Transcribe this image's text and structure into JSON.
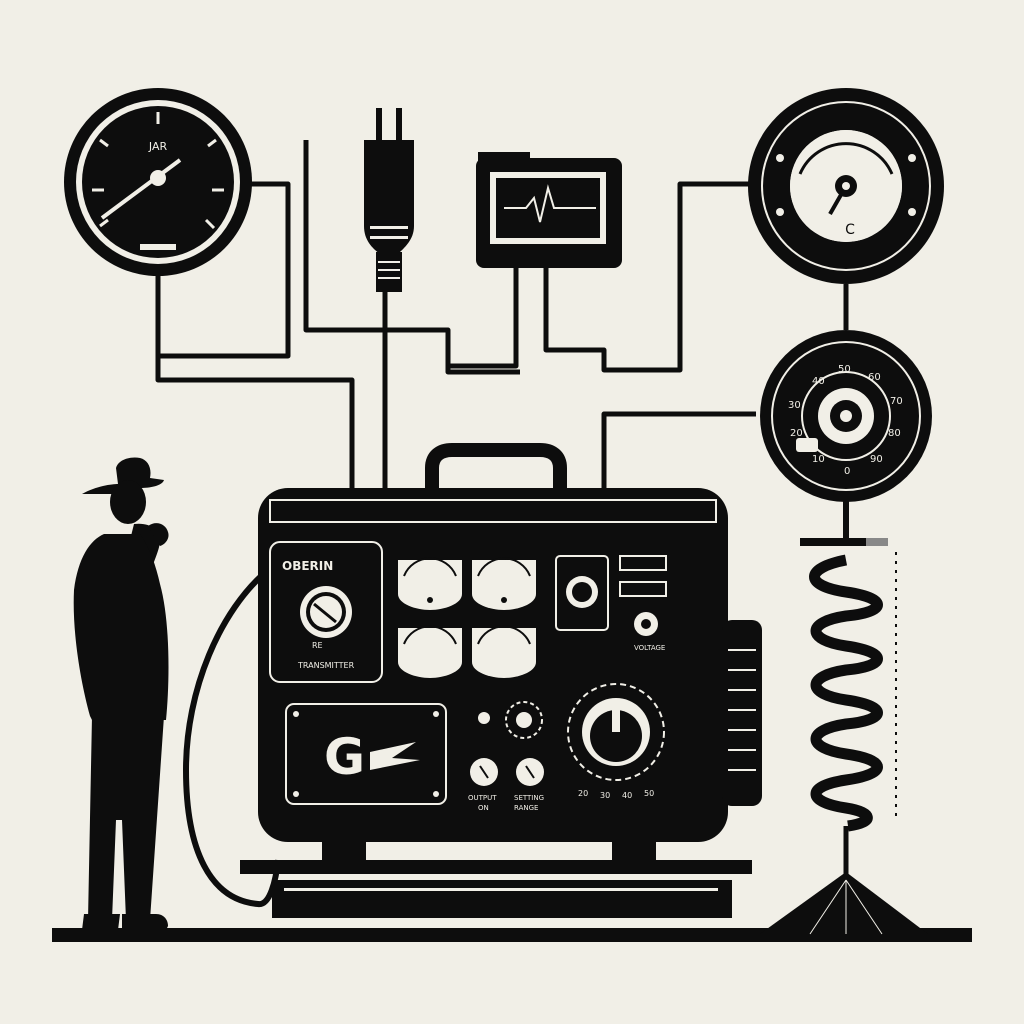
{
  "palette": {
    "ink": "#0d0d0d",
    "paper": "#f1efe7",
    "cream": "#eeeade"
  },
  "illustration": {
    "generator_logo_text": "G",
    "panel_labels": {
      "top_left": "OBERIN",
      "small_caption_left": "TRANSMITTER",
      "small_caption_left_2": "RE",
      "right_caption": "VOLTAGE",
      "knob_caption_1": "OUTPUT",
      "knob_caption_2": "SETTING",
      "knob_sub_1": "ON",
      "knob_sub_2": "RANGE"
    },
    "dial_labels": {
      "left_gauge_top": "JAR",
      "right_gauge_letter": "C",
      "dial_numbers": [
        "40",
        "50",
        "60",
        "30",
        "70",
        "20",
        "80",
        "10",
        "90",
        "0"
      ]
    },
    "icons": [
      "gauge-icon",
      "plug-icon",
      "oscilloscope-icon",
      "pressure-dial-icon",
      "tuning-dial-icon",
      "coil-icon",
      "generator-icon",
      "person-silhouette-icon"
    ]
  }
}
